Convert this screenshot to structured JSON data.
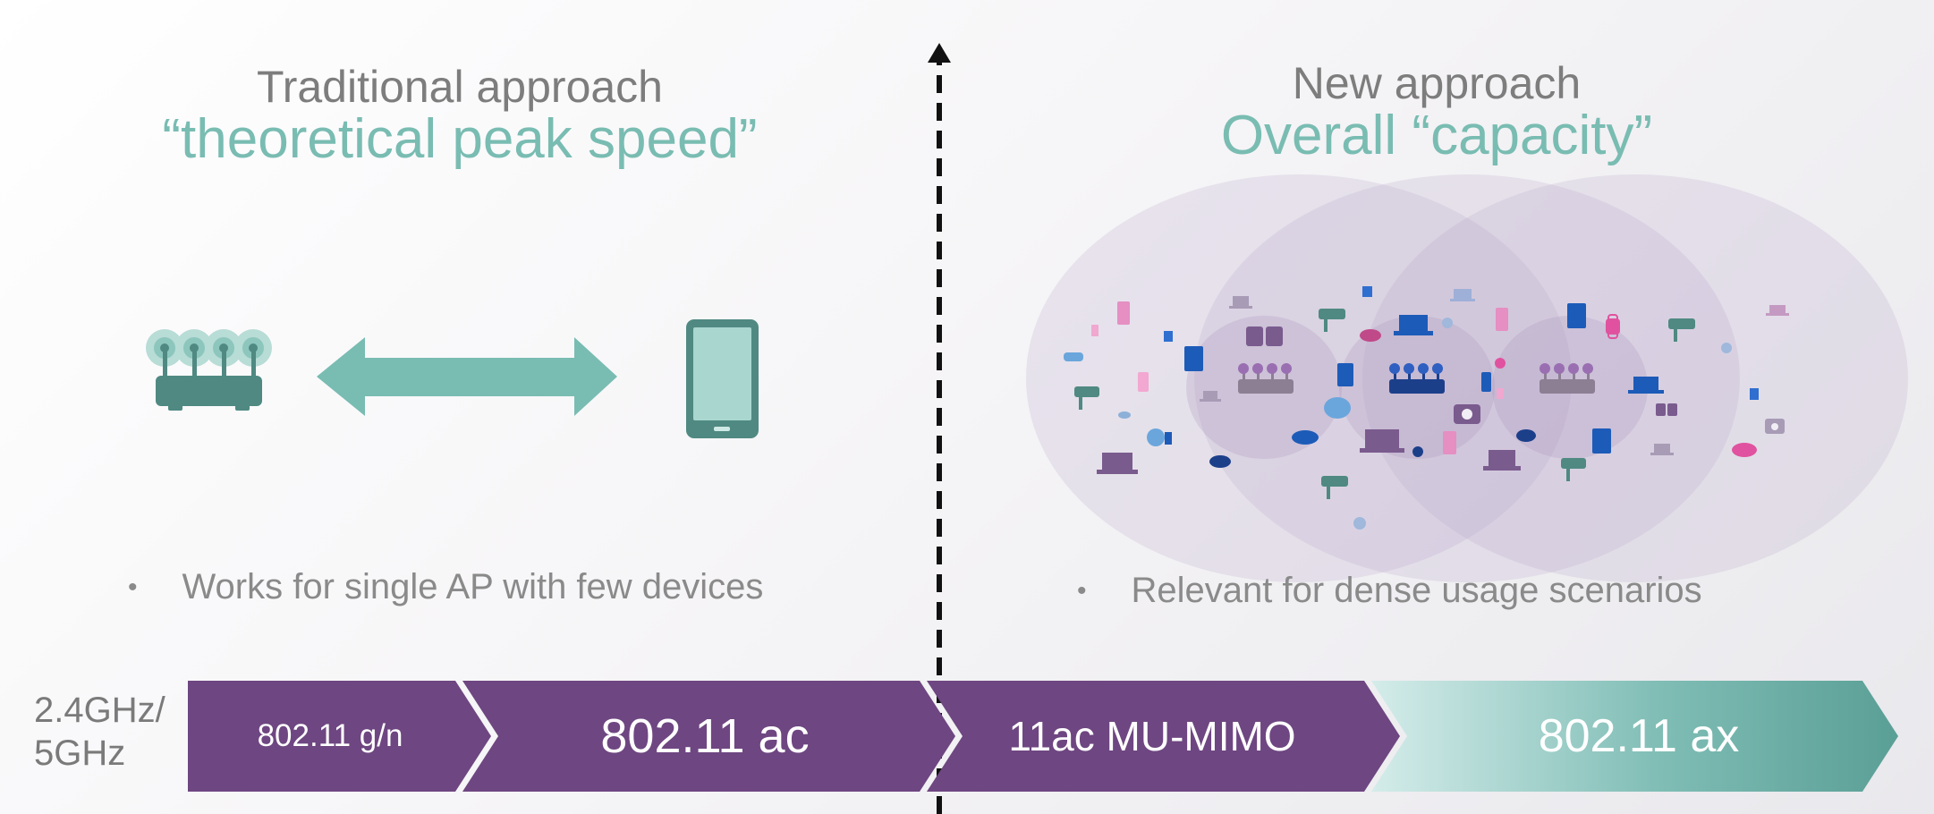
{
  "left": {
    "heading": "Traditional approach",
    "subheading": "“theoretical peak speed”",
    "bullet": "Works for single AP with few devices"
  },
  "right": {
    "heading": "New approach",
    "subheading": "Overall “capacity”",
    "bullet": "Relevant for dense usage scenarios"
  },
  "band": {
    "frequency": "2.4GHz/\n5GHz",
    "segments": [
      {
        "label": "802.11 g/n"
      },
      {
        "label": "802.11 ac"
      },
      {
        "label": "11ac MU-MIMO"
      },
      {
        "label": "802.11 ax"
      }
    ]
  },
  "colors": {
    "purple": "#6e4681",
    "teal": "#5ea59b",
    "teal_light": "#cce8e4",
    "arrow_teal": "#79bcb2",
    "router_teal": "#4f8982",
    "heading_teal": "#79bcb2",
    "heading_gray": "#7d7d7d"
  }
}
